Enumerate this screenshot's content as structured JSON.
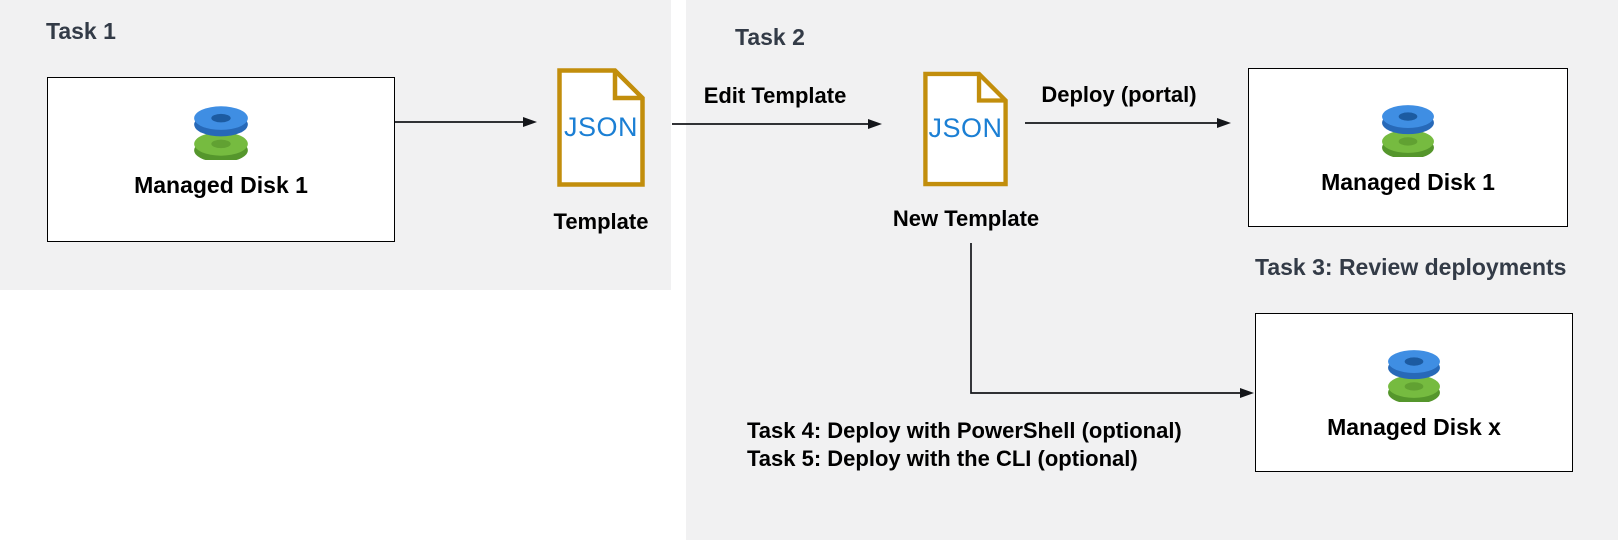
{
  "canvas": {
    "bg": "#ffffff",
    "panel_bg": "#f1f1f2"
  },
  "colors": {
    "heading_text": "#333b47",
    "label_text": "#000000",
    "json_text_blue": "#1b7fd4",
    "json_icon_gold": "#c28e0c",
    "arrow": "#14161a",
    "disk_blue": "#3f8ee3",
    "disk_green": "#76bb40",
    "box_border": "#000000"
  },
  "icons": {
    "managed_disk": "managed-disk-icon",
    "json_file": "json-file-icon",
    "arrowhead": "arrowhead-icon"
  },
  "task1": {
    "heading": "Task 1",
    "disk_box": {
      "label": "Managed Disk 1"
    },
    "template": {
      "icon_text": "JSON",
      "label": "Template"
    }
  },
  "task2": {
    "heading": "Task 2",
    "edit_arrow_label": "Edit Template",
    "new_template": {
      "icon_text": "JSON",
      "label": "New Template"
    },
    "deploy_arrow_label": "Deploy (portal)",
    "disk_box": {
      "label": "Managed Disk 1"
    }
  },
  "task3": {
    "heading": "Task 3: Review deployments",
    "disk_box": {
      "label": "Managed Disk x"
    }
  },
  "task4_5": {
    "line1": "Task 4: Deploy with PowerShell (optional)",
    "line2": "Task 5: Deploy with the CLI (optional)"
  }
}
